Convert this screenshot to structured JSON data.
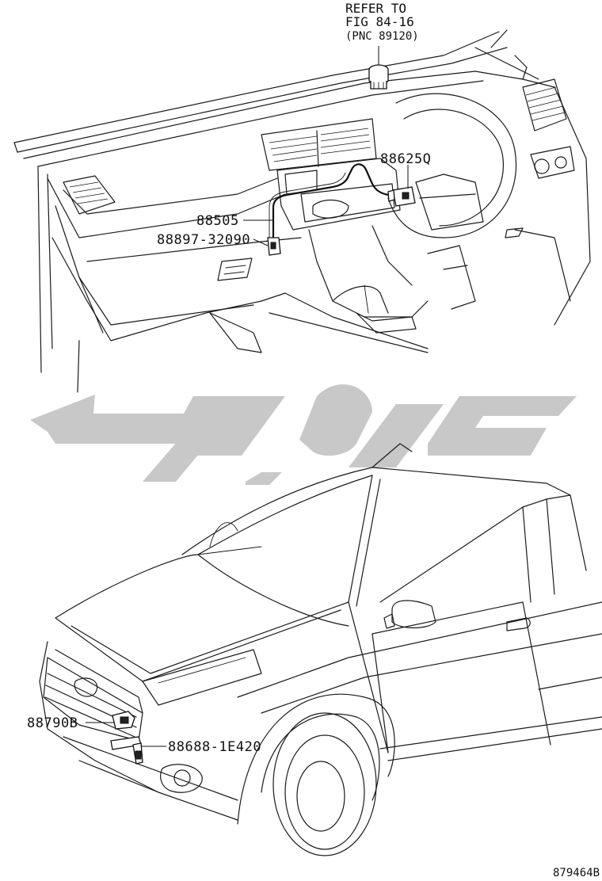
{
  "reference": {
    "line1": "REFER TO",
    "line2": "FIG 84-16",
    "line3": "(PNC 89120)"
  },
  "callouts": {
    "part_88625Q": "88625Q",
    "part_88505": "88505",
    "part_88897": "88897-32090",
    "part_88790B": "88790B",
    "part_88688": "88688-1E420"
  },
  "figure_code": "879464B",
  "colors": {
    "line": "#1a1a1a",
    "watermark": "#c8c8c8",
    "background": "#ffffff"
  }
}
